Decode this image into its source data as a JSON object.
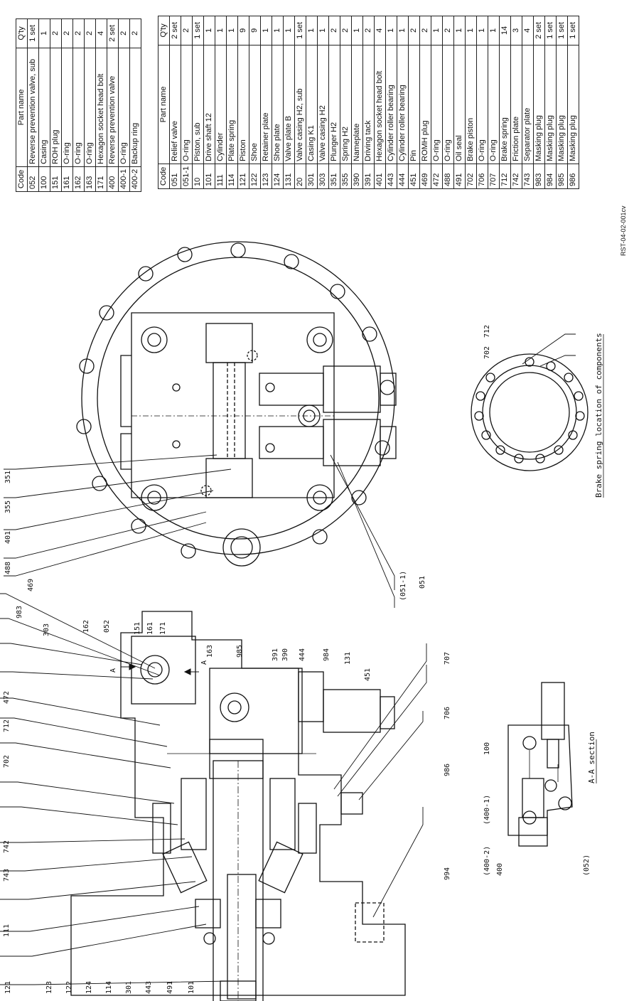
{
  "table_upper": {
    "headers": [
      "Code",
      "Part name",
      "Q'ty"
    ],
    "rows": [
      [
        "052",
        "Reverse prevention valve, sub",
        "1 set"
      ],
      [
        "100",
        "Casing",
        "1"
      ],
      [
        "151",
        "ROH plug",
        "2"
      ],
      [
        "161",
        "O-ring",
        "2"
      ],
      [
        "162",
        "O-ring",
        "2"
      ],
      [
        "163",
        "O-ring",
        "2"
      ],
      [
        "171",
        "Hexagon socket head bolt",
        "4"
      ],
      [
        "400",
        "Reverse prevention valve",
        "2 set"
      ],
      [
        "400-1",
        "O-ring",
        "2"
      ],
      [
        "400-2",
        "Backup ring",
        "2"
      ]
    ]
  },
  "table_lower": {
    "headers": [
      "Code",
      "Part name",
      "Q'ty"
    ],
    "rows": [
      [
        "051",
        "Relief valve",
        "2 set"
      ],
      [
        "051-1",
        "O-ring",
        "2"
      ],
      [
        "10",
        "Piston, sub",
        "1 set"
      ],
      [
        "101",
        "Drive shaft 12",
        "1"
      ],
      [
        "111",
        "Cylinder",
        "1"
      ],
      [
        "114",
        "Plate spring",
        "1"
      ],
      [
        "121",
        "Piston",
        "9"
      ],
      [
        "122",
        "Shoe",
        "9"
      ],
      [
        "123",
        "Retainer plate",
        "1"
      ],
      [
        "124",
        "Shoe plate",
        "1"
      ],
      [
        "131",
        "Valve plate B",
        "1"
      ],
      [
        "20",
        "Valve casing H2, sub",
        "1 set"
      ],
      [
        "301",
        "Casing K1",
        "1"
      ],
      [
        "303",
        "Valve casing H2",
        "1"
      ],
      [
        "351",
        "Plunger H2",
        "2"
      ],
      [
        "355",
        "Spring H2",
        "2"
      ],
      [
        "390",
        "Nameplate",
        "1"
      ],
      [
        "391",
        "Driving tack",
        "2"
      ],
      [
        "401",
        "Hexagon socket head bolt",
        "4"
      ],
      [
        "443",
        "Cylinder roller bearing",
        "1"
      ],
      [
        "444",
        "Cylinder roller bearing",
        "1"
      ],
      [
        "451",
        "Pin",
        "2"
      ],
      [
        "469",
        "ROMH plug",
        "2"
      ],
      [
        "472",
        "O-ring",
        "1"
      ],
      [
        "488",
        "O-ring",
        "2"
      ],
      [
        "491",
        "Oil seal",
        "1"
      ],
      [
        "702",
        "Brake piston",
        "1"
      ],
      [
        "706",
        "O-ring",
        "1"
      ],
      [
        "707",
        "O-ring",
        "1"
      ],
      [
        "712",
        "Brake spring",
        "14"
      ],
      [
        "742",
        "Friction plate",
        "3"
      ],
      [
        "743",
        "Separator plate",
        "4"
      ],
      [
        "983",
        "Masking plug",
        "2 set"
      ],
      [
        "984",
        "Masking plug",
        "1 set"
      ],
      [
        "985",
        "Masking plug",
        "1 set"
      ],
      [
        "986",
        "Masking plug",
        "1 set"
      ]
    ]
  },
  "captions": {
    "brake_spring": "Brake spring location of components",
    "aa_section": "A-A section",
    "section_mark": "A",
    "doc_id": "RST-04-02-001cv"
  },
  "callouts": {
    "plan_view": [
      "351",
      "355",
      "401",
      "488",
      "469",
      "(051-1)",
      "051"
    ],
    "brake_view": [
      "702",
      "712"
    ],
    "section_left": [
      "111",
      "743",
      "742",
      "702",
      "712",
      "472",
      "983",
      "303",
      "162",
      "052",
      "151",
      "161",
      "171",
      "163",
      "985",
      "391",
      "390",
      "444",
      "984",
      "131",
      "451",
      "707",
      "706",
      "986",
      "994",
      "121",
      "123",
      "122",
      "124",
      "114",
      "301",
      "443",
      "491",
      "101"
    ],
    "aa_view": [
      "100",
      "(400-1)",
      "(400-2)",
      "400",
      "(052)"
    ]
  }
}
